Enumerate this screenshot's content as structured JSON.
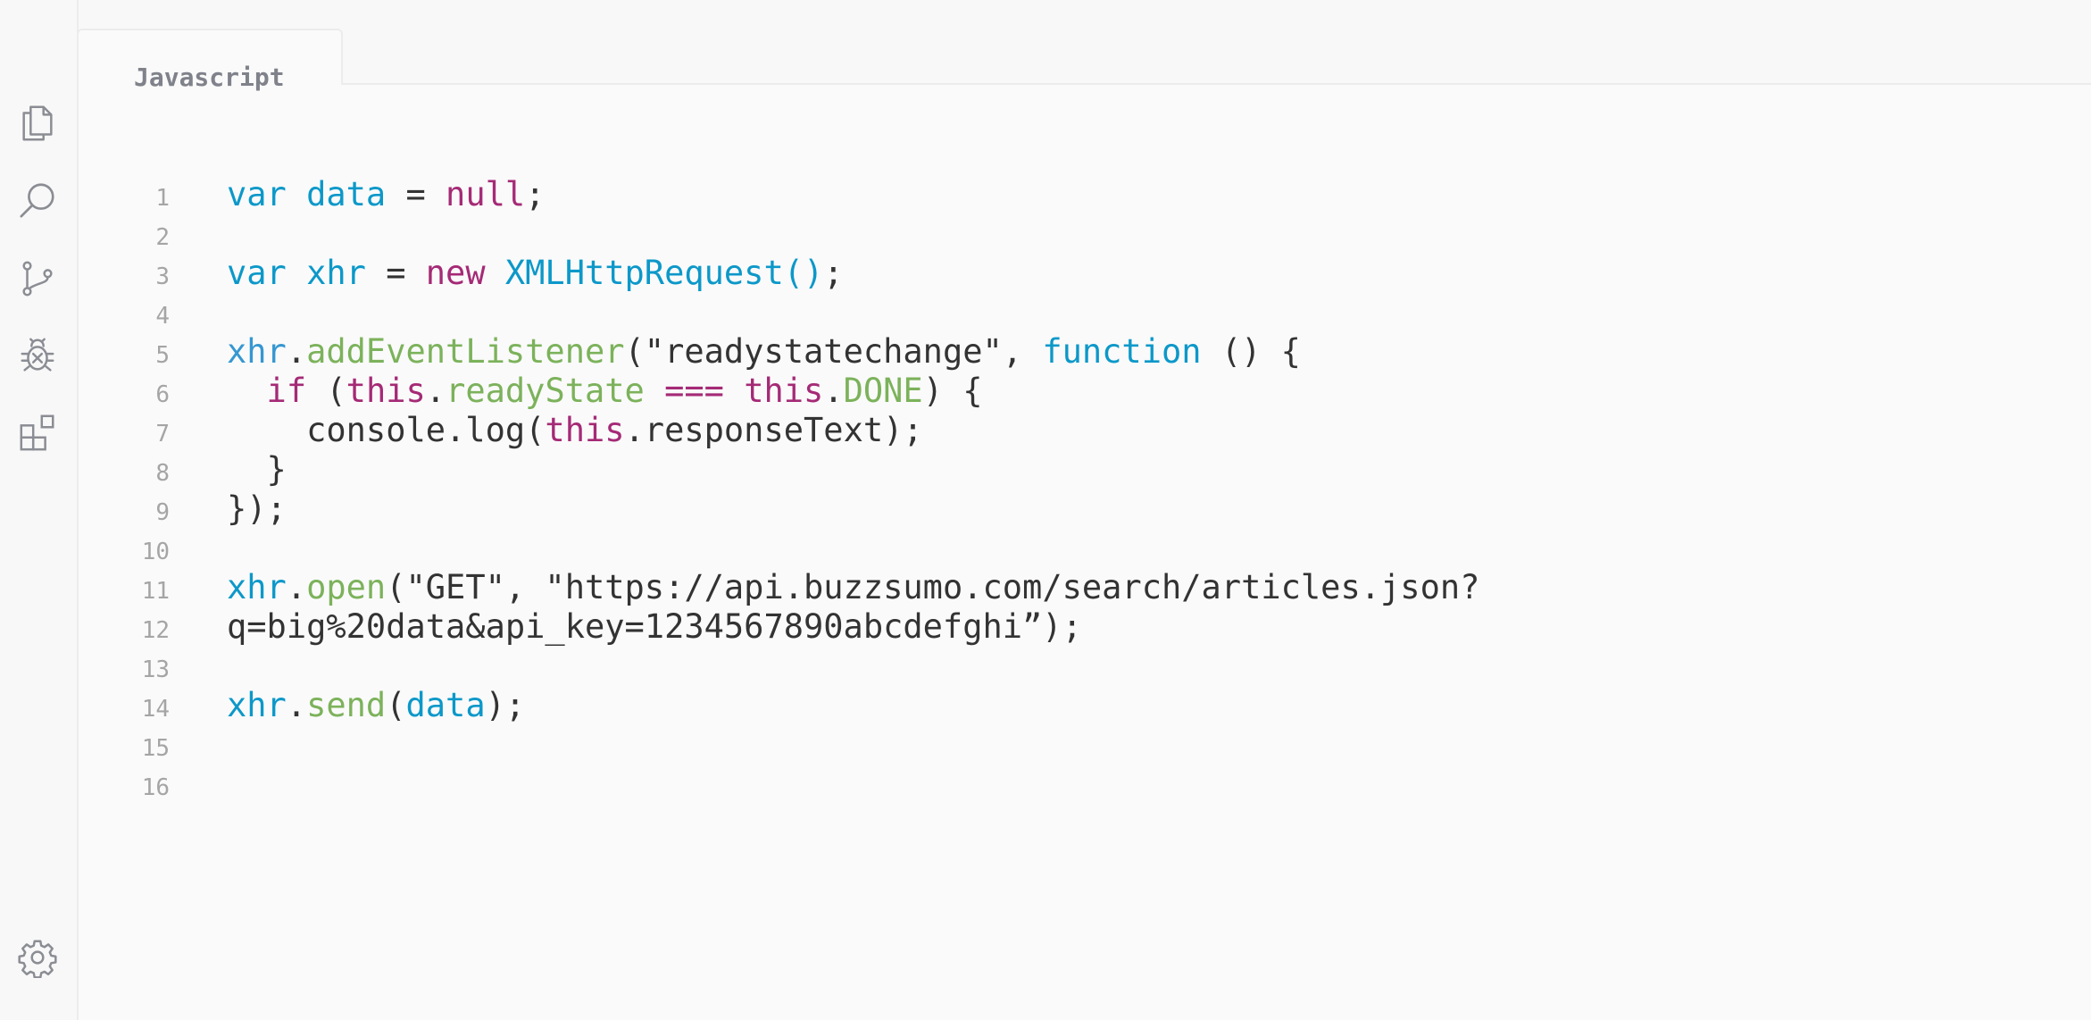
{
  "activity_bar": {
    "items": [
      {
        "icon": "copy-icon"
      },
      {
        "icon": "search-icon"
      },
      {
        "icon": "source-control-icon"
      },
      {
        "icon": "debug-icon"
      },
      {
        "icon": "extensions-icon"
      }
    ],
    "settings_icon": "gear-icon"
  },
  "editor": {
    "tab_label": "Javascript",
    "line_numbers": [
      "1",
      "2",
      "3",
      "4",
      "5",
      "6",
      "7",
      "8",
      "9",
      "10",
      "11",
      "12",
      "13",
      "14",
      "15",
      "16"
    ],
    "lines": [
      {
        "tokens": [
          {
            "t": "var ",
            "c": "kw"
          },
          {
            "t": "data",
            "c": "kw"
          },
          {
            "t": " = ",
            "c": "pl"
          },
          {
            "t": "null",
            "c": "kw2"
          },
          {
            "t": ";",
            "c": "pl"
          }
        ]
      },
      {
        "tokens": []
      },
      {
        "tokens": [
          {
            "t": "var ",
            "c": "kw"
          },
          {
            "t": "xhr",
            "c": "kw"
          },
          {
            "t": " = ",
            "c": "pl"
          },
          {
            "t": "new ",
            "c": "kw2"
          },
          {
            "t": "XMLHttpRequest()",
            "c": "kw"
          },
          {
            "t": ";",
            "c": "pl"
          }
        ]
      },
      {
        "tokens": []
      },
      {
        "tokens": [
          {
            "t": "xhr",
            "c": "obj"
          },
          {
            "t": ".",
            "c": "pl"
          },
          {
            "t": "addEventListener",
            "c": "fn"
          },
          {
            "t": "(\"readystatechange\", ",
            "c": "pl"
          },
          {
            "t": "function",
            "c": "kw"
          },
          {
            "t": " () {",
            "c": "pl"
          }
        ]
      },
      {
        "tokens": [
          {
            "t": "  if ",
            "c": "kw2"
          },
          {
            "t": "(",
            "c": "pl"
          },
          {
            "t": "this",
            "c": "kw2"
          },
          {
            "t": ".",
            "c": "pl"
          },
          {
            "t": "readyState",
            "c": "fn"
          },
          {
            "t": " === ",
            "c": "kw2"
          },
          {
            "t": "this",
            "c": "kw2"
          },
          {
            "t": ".",
            "c": "pl"
          },
          {
            "t": "DONE",
            "c": "fn"
          },
          {
            "t": ") {",
            "c": "pl"
          }
        ]
      },
      {
        "tokens": [
          {
            "t": "    console.log(",
            "c": "pl"
          },
          {
            "t": "this",
            "c": "kw2"
          },
          {
            "t": ".responseText);",
            "c": "pl"
          }
        ]
      },
      {
        "tokens": [
          {
            "t": "  }",
            "c": "pl"
          }
        ]
      },
      {
        "tokens": [
          {
            "t": "});",
            "c": "pl"
          }
        ]
      },
      {
        "tokens": []
      },
      {
        "tokens": [
          {
            "t": "xhr",
            "c": "kw"
          },
          {
            "t": ".",
            "c": "pl"
          },
          {
            "t": "open",
            "c": "fn"
          },
          {
            "t": "(\"GET\", \"https://api.buzzsumo.com/search/articles.json?",
            "c": "pl"
          }
        ]
      },
      {
        "tokens": [
          {
            "t": "q=big%20data&api_key=1234567890abcdefghi”);",
            "c": "pl"
          }
        ]
      },
      {
        "tokens": []
      },
      {
        "tokens": [
          {
            "t": "xhr",
            "c": "kw"
          },
          {
            "t": ".",
            "c": "pl"
          },
          {
            "t": "send",
            "c": "fn"
          },
          {
            "t": "(",
            "c": "pl"
          },
          {
            "t": "data",
            "c": "kw"
          },
          {
            "t": ");",
            "c": "pl"
          }
        ]
      },
      {
        "tokens": []
      },
      {
        "tokens": []
      }
    ]
  },
  "colors": {
    "keyword_blue": "#0c98c9",
    "keyword_purple": "#a52a76",
    "function_green": "#7cb25b",
    "plain_text": "#333333",
    "line_number": "#a5a5a5",
    "icon_gray": "#8b8d94"
  }
}
